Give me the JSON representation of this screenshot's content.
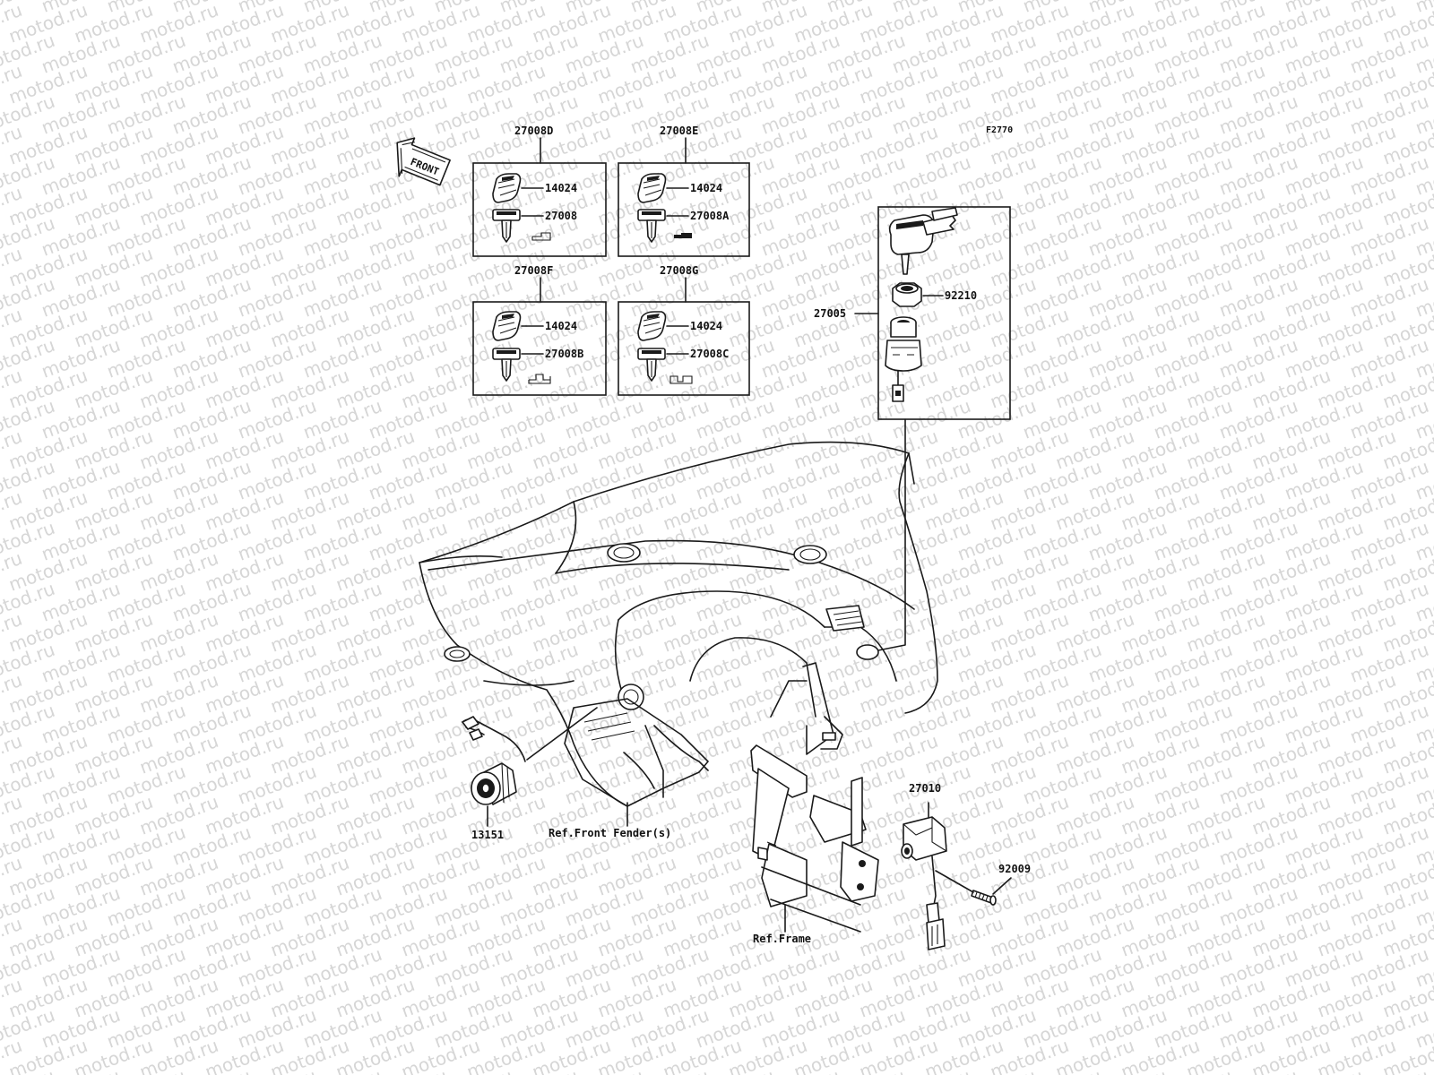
{
  "watermark": "motod.ru",
  "figure_id": "F2770",
  "front_label": "FRONT",
  "kits": [
    {
      "id": "27008D",
      "cap": "14024",
      "key": "27008"
    },
    {
      "id": "27008E",
      "cap": "14024",
      "key": "27008A"
    },
    {
      "id": "27008F",
      "cap": "14024",
      "key": "27008B"
    },
    {
      "id": "27008G",
      "cap": "14024",
      "key": "27008C"
    }
  ],
  "ignition": {
    "assembly": "27005",
    "nut": "92210"
  },
  "parts": {
    "socket": "13151",
    "switch": "27010",
    "screw": "92009"
  },
  "refs": {
    "front_fender": "Ref.Front Fender(s)",
    "frame": "Ref.Frame"
  },
  "colors": {
    "line": "#1a1a1a",
    "watermark": "#d6d6d6",
    "background": "#ffffff"
  }
}
